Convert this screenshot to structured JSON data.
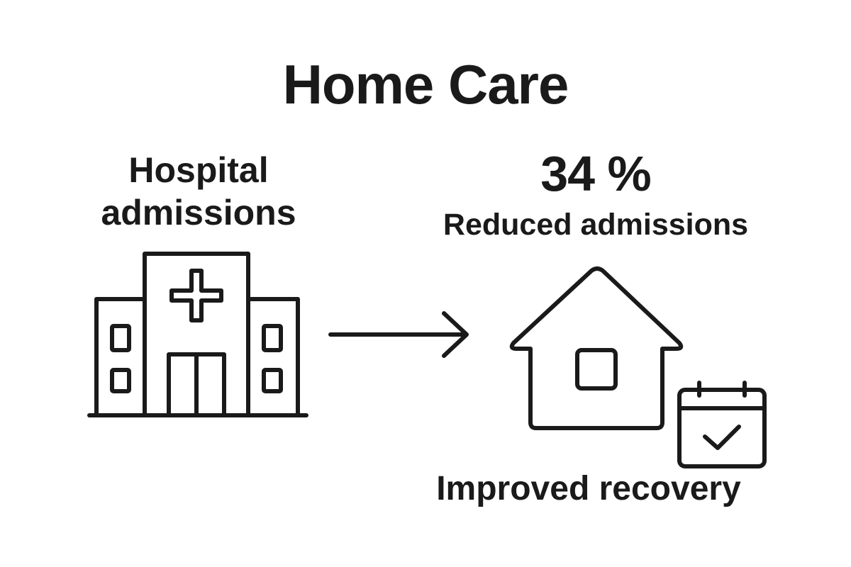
{
  "title": "Home Care",
  "left": {
    "label": "Hospital admissions",
    "icon": "hospital-icon"
  },
  "connector_icon": "arrow-right-icon",
  "right": {
    "stat_value": "34 %",
    "stat_caption": "Reduced admissions",
    "icon": "house-icon",
    "secondary_icon": "calendar-check-icon",
    "caption": "Improved recovery"
  },
  "colors": {
    "ink": "#1a1a1a",
    "background": "#ffffff"
  }
}
